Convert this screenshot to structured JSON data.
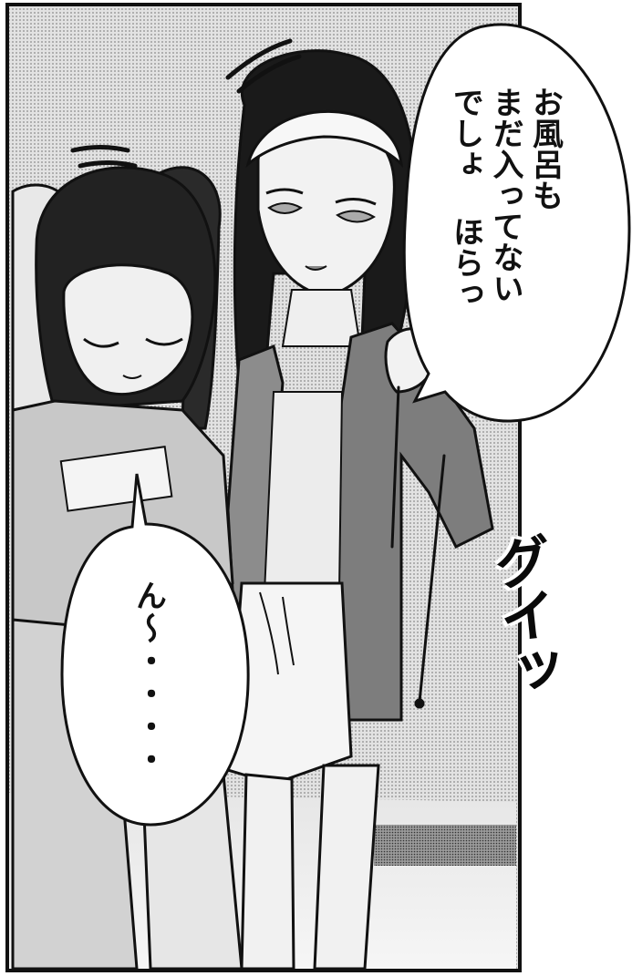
{
  "panel": {
    "speech_bubbles": [
      {
        "speaker": "",
        "text": "お風呂も\nまだ入ってない\nでしょ ほらっ"
      },
      {
        "speaker": "",
        "text": "ん〜・・・・"
      }
    ],
    "sound_effect": "グイッ"
  },
  "colors": {
    "ink": "#111111",
    "screentone": "#cfcfcf",
    "dark_tone": "#6e6e6e",
    "mid_tone": "#9a9a9a",
    "light_tone": "#d8d8d8",
    "paper": "#ffffff"
  },
  "icons": [
    "motion-dash-icon"
  ]
}
